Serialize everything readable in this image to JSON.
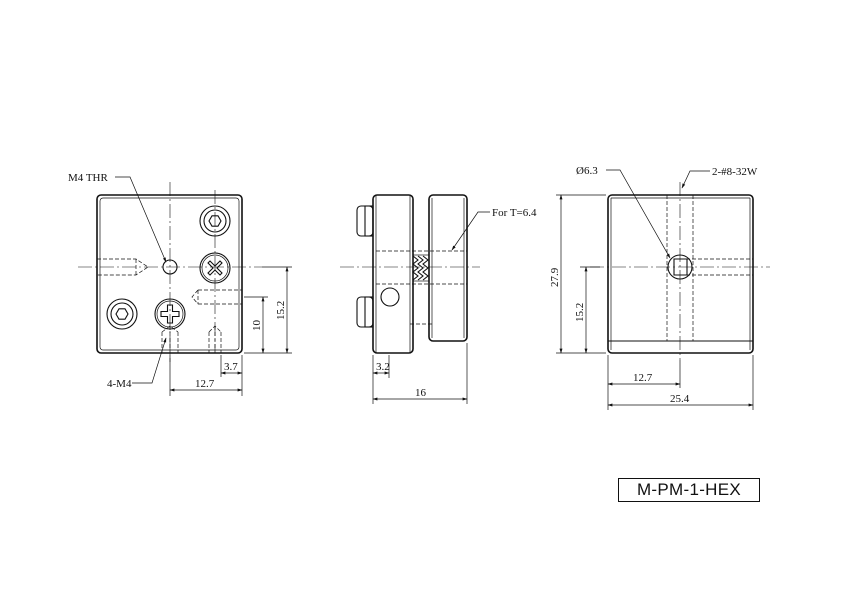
{
  "part_number": "M-PM-1-HEX",
  "front_view": {
    "callout_thread": "M4 THR",
    "callout_holes": "4-M4",
    "dim_12_7": "12.7",
    "dim_3_7": "3.7",
    "dim_10": "10",
    "dim_15_2": "15.2"
  },
  "side_view": {
    "callout_thickness": "For T=6.4",
    "dim_3_2": "3.2",
    "dim_16": "16"
  },
  "back_view": {
    "callout_diameter": "Ø6.3",
    "callout_thread": "2-#8-32W",
    "dim_27_9": "27.9",
    "dim_15_2": "15.2",
    "dim_12_7": "12.7",
    "dim_25_4": "25.4"
  }
}
